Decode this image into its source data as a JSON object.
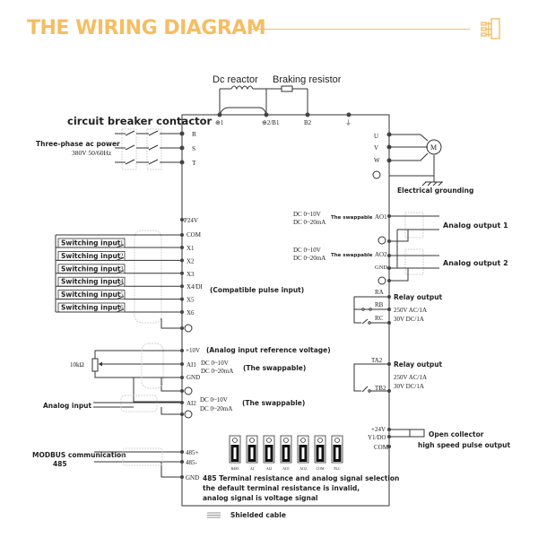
{
  "header": {
    "title": "THE WIRING DIAGRAM",
    "icon": "circuit-diagram-icon",
    "accent_color": "#f6bd62"
  },
  "top": {
    "dc_reactor_label": "Dc reactor",
    "braking_resistor_label": "Braking resistor",
    "terminals": [
      "⊕1",
      "⊕2/B1",
      "B2",
      "⏚"
    ]
  },
  "power_input": {
    "breaker_label": "circuit breaker contactor",
    "source_label": "Three-phase ac power",
    "source_spec": "380V 50/60Hz",
    "terminals": [
      "R",
      "S",
      "T"
    ]
  },
  "motor_output": {
    "terminals": [
      "U",
      "V",
      "W"
    ],
    "motor_label": "M",
    "ground_label": "Electrical grounding"
  },
  "digital_inputs": {
    "supply_terminal": "P24V",
    "common_terminal": "COM",
    "inputs": [
      {
        "label": "Switching input",
        "num": "1",
        "terminal": "X1"
      },
      {
        "label": "Switching input",
        "num": "2",
        "terminal": "X2"
      },
      {
        "label": "Switching input",
        "num": "3",
        "terminal": "X3"
      },
      {
        "label": "Switching input",
        "num": "4",
        "terminal": "X4/DI"
      },
      {
        "label": "Switching input",
        "num": "5",
        "terminal": "X5"
      },
      {
        "label": "Switching input",
        "num": "6",
        "terminal": "X6"
      }
    ],
    "x4_note": "(Compatible pulse input)"
  },
  "analog_outputs": [
    {
      "spec1": "DC  0~10V",
      "spec2": "DC  0~20mA",
      "swap": "The swappable",
      "terminal": "AO1",
      "label": "Analog output 1"
    },
    {
      "spec1": "DC  0~10V",
      "spec2": "DC  0~20mA",
      "swap": "The swappable",
      "terminal": "AO2",
      "label": "Analog output 2"
    }
  ],
  "gnd_terminal": "GND",
  "relays": [
    {
      "terminals": [
        "RA",
        "RB",
        "RC"
      ],
      "label": "Relay output",
      "spec1": "250V  AC/1A",
      "spec2": "30V  DC/1A"
    },
    {
      "terminals": [
        "TA2",
        "TB2"
      ],
      "label": "Relay output",
      "spec1": "250V  AC/1A",
      "spec2": "30V  DC/1A"
    }
  ],
  "analog_inputs": {
    "ref_terminal": "+10V",
    "ref_note": "(Analog input reference voltage)",
    "pot_label": "10kΩ",
    "ai1": {
      "terminal": "AI1",
      "spec1": "DC  0~10V",
      "spec2": "DC  0~20mA",
      "note": "(The swappable)"
    },
    "gnd": "GND",
    "ai2": {
      "terminal": "AI2",
      "spec1": "DC  0~10V",
      "spec2": "DC  0~20mA",
      "note": "(The swappable)"
    },
    "input_label": "Analog input"
  },
  "open_collector": {
    "terminals": [
      "+24V",
      "Y1/DO",
      "COM"
    ],
    "label1": "Open collector",
    "label2": "high speed pulse output"
  },
  "modbus": {
    "label1": "MODBUS communication",
    "label2": "485",
    "terminals": [
      "485+",
      "485-",
      "GND"
    ]
  },
  "dip_switches": {
    "labels": [
      "R485",
      "AI",
      "AI2",
      "AO1",
      "AO2",
      "COM",
      "PLC"
    ],
    "note_lines": [
      "485 Terminal resistance and analog signal selection",
      "the default terminal resistance is invalid,",
      "analog signal is voltage signal"
    ]
  },
  "legend": {
    "shielded_cable": "Shielded cable"
  }
}
